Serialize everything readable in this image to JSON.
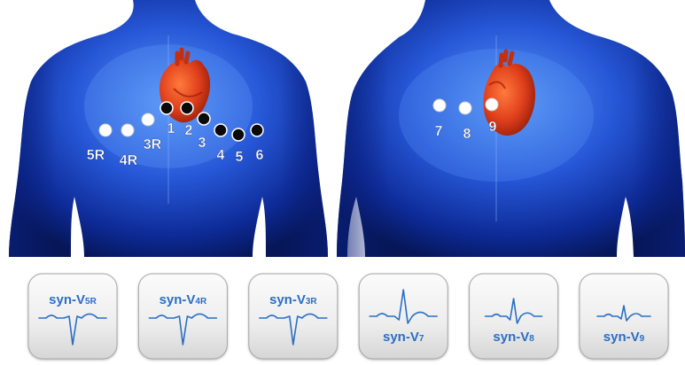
{
  "electrodes": {
    "front_white": [
      {
        "id": "v5r",
        "label": "5R"
      },
      {
        "id": "v4r",
        "label": "4R"
      },
      {
        "id": "v3r",
        "label": "3R"
      }
    ],
    "front_black": [
      {
        "id": "v1",
        "label": "1"
      },
      {
        "id": "v2",
        "label": "2"
      },
      {
        "id": "v3",
        "label": "3"
      },
      {
        "id": "v4",
        "label": "4"
      },
      {
        "id": "v5",
        "label": "5"
      },
      {
        "id": "v6",
        "label": "6"
      }
    ],
    "back_white": [
      {
        "id": "v7",
        "label": "7"
      },
      {
        "id": "v8",
        "label": "8"
      },
      {
        "id": "v9",
        "label": "9"
      }
    ]
  },
  "cards": [
    {
      "id": "v5r",
      "prefix": "syn-V",
      "sub": "5R",
      "wave": "neg"
    },
    {
      "id": "v4r",
      "prefix": "syn-V",
      "sub": "4R",
      "wave": "neg"
    },
    {
      "id": "v3r",
      "prefix": "syn-V",
      "sub": "3R",
      "wave": "neg"
    },
    {
      "id": "v7",
      "prefix": "syn-V",
      "sub": "7",
      "wave": "pos"
    },
    {
      "id": "v8",
      "prefix": "syn-V",
      "sub": "8",
      "wave": "pos"
    },
    {
      "id": "v9",
      "prefix": "syn-V",
      "sub": "9",
      "wave": "pos"
    }
  ],
  "colors": {
    "body_light": "#4f8cf0",
    "body_dark": "#071a66",
    "heart": "#d6361a",
    "accent": "#2a6fc4",
    "card_bg": "#ececec"
  }
}
